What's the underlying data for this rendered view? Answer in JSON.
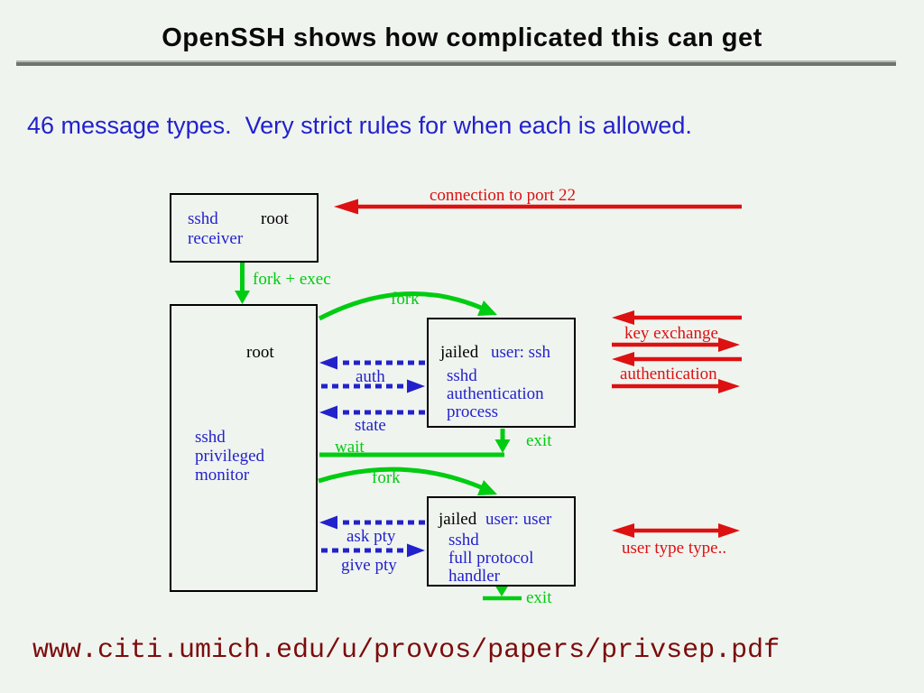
{
  "slide": {
    "title": "OpenSSH shows how complicated this can get",
    "subtitle": "46 message types.  Very strict rules for when each is allowed.",
    "footer_url": "www.citi.umich.edu/u/provos/papers/privsep.pdf"
  },
  "colors": {
    "text_blue": "#2222cc",
    "arrow_green": "#00cc11",
    "arrow_red": "#dd1111",
    "url_dark_red": "#7b0c0c",
    "background": "#f0f4ef"
  },
  "diagram": {
    "receiver_box": {
      "proc_line1": "sshd",
      "privilege": "root",
      "proc_line2": "receiver"
    },
    "monitor_box": {
      "privilege": "root",
      "lines": [
        "sshd",
        "privileged",
        "monitor"
      ]
    },
    "auth_box": {
      "jailed": "jailed",
      "user": "user: ssh",
      "lines": [
        "sshd",
        "authentication",
        "process"
      ]
    },
    "handler_box": {
      "jailed": "jailed",
      "user": "user: user",
      "lines": [
        "sshd",
        "full protocol",
        "handler"
      ]
    },
    "labels": {
      "connection": "connection to port 22",
      "fork_exec": "fork + exec",
      "fork1": "fork",
      "fork2": "fork",
      "auth": "auth",
      "state": "state",
      "wait": "wait",
      "exit1": "exit",
      "exit2": "exit",
      "ask_pty": "ask pty",
      "give_pty": "give pty",
      "key_exchange": "key exchange",
      "authentication": "authentication",
      "user_type": "user type type.."
    }
  }
}
